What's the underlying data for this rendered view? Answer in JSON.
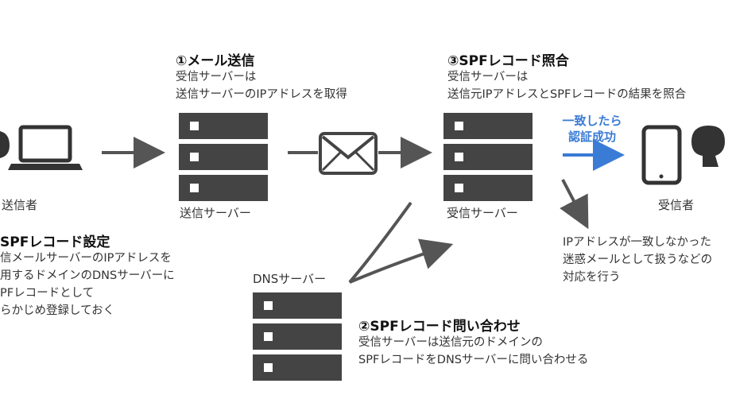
{
  "step1": {
    "title": "①メール送信",
    "lines": [
      "受信サーバーは",
      "送信サーバーのIPアドレスを取得"
    ]
  },
  "step2": {
    "title": "②SPFレコード問い合わせ",
    "lines": [
      "受信サーバーは送信元のドメインの",
      "SPFレコードをDNSサーバーに問い合わせる"
    ]
  },
  "step3": {
    "title": "③SPFレコード照合",
    "lines": [
      "受信サーバーは",
      "送信元IPアドレスとSPFレコードの結果を照合"
    ]
  },
  "step0": {
    "title": "SPFレコード設定",
    "lines": [
      "信メールサーバーのIPアドレスを",
      "用するドメインのDNSサーバーに",
      "PFレコードとして",
      "らかじめ登録しておく"
    ]
  },
  "labels": {
    "sender": "送信者",
    "send_server": "送信サーバー",
    "recv_server": "受信サーバー",
    "dns_server": "DNSサーバー",
    "receiver": "受信者"
  },
  "success": {
    "lines": [
      "一致したら",
      "認証成功"
    ]
  },
  "failure": {
    "lines": [
      "IPアドレスが一致しなかった",
      "迷惑メールとして扱うなどの",
      "対応を行う"
    ]
  },
  "colors": {
    "accent_blue": "#3a7bd5",
    "server_gray": "#444444",
    "arrow_gray": "#555555"
  },
  "icons": [
    "person-icon",
    "laptop-icon",
    "server-icon",
    "envelope-icon",
    "tablet-icon"
  ]
}
